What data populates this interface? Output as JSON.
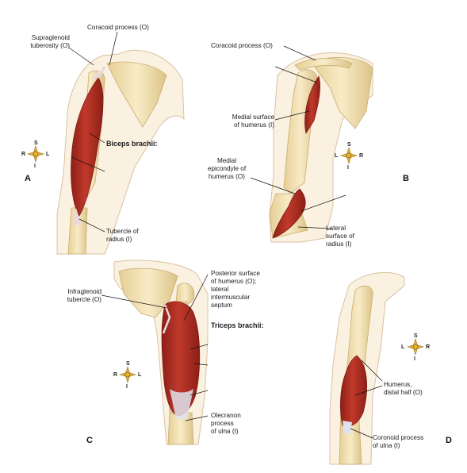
{
  "panels": {
    "A": {
      "letter": "A",
      "muscle": "Biceps brachii:",
      "labels": {
        "supraglenoid": [
          "Supraglenoid",
          "tuberosity (O)"
        ],
        "coracoid": "Coracoid process (O)",
        "tubercle": [
          "Tubercle of",
          "radius (I)"
        ]
      },
      "compass": {
        "top": "S",
        "bottom": "I",
        "left": "R",
        "right": "L"
      }
    },
    "B": {
      "letter": "B",
      "labels": {
        "coracoid": "Coracoid process (O)",
        "medial_surface": [
          "Medial surface",
          "of humerus (I)"
        ],
        "epicondyle": [
          "Medial",
          "epicondyle of",
          "humerus (O)"
        ],
        "lateral": [
          "Lateral",
          "surface of",
          "radius (I)"
        ]
      },
      "compass": {
        "top": "S",
        "bottom": "I",
        "left": "L",
        "right": "R"
      }
    },
    "C": {
      "letter": "C",
      "muscle": "Triceps brachii:",
      "labels": {
        "infraglenoid": [
          "Infraglenoid",
          "tubercle (O)"
        ],
        "posterior": [
          "Posterior surface",
          "of humerus (O);",
          "lateral",
          "intermuscular",
          "septum"
        ],
        "olecranon": [
          "Olecranon",
          "process",
          "of ulna (I)"
        ]
      },
      "compass": {
        "top": "S",
        "bottom": "I",
        "left": "R",
        "right": "L"
      }
    },
    "D": {
      "letter": "D",
      "labels": {
        "humerus": [
          "Humerus,",
          "distal half (O)"
        ],
        "coronoid": [
          "Coronoid process",
          "of ulna (I)"
        ]
      },
      "compass": {
        "top": "S",
        "bottom": "I",
        "left": "L",
        "right": "R"
      }
    }
  },
  "colors": {
    "skin": "#fbf1e1",
    "skin_outline": "#d9c2a0",
    "bone": "#f3e2b4",
    "bone_shade": "#d8bf86",
    "muscle": "#b83226",
    "muscle_dark": "#8d1f17",
    "tendon": "#e9d9dc",
    "compass": "#e5b23a"
  }
}
